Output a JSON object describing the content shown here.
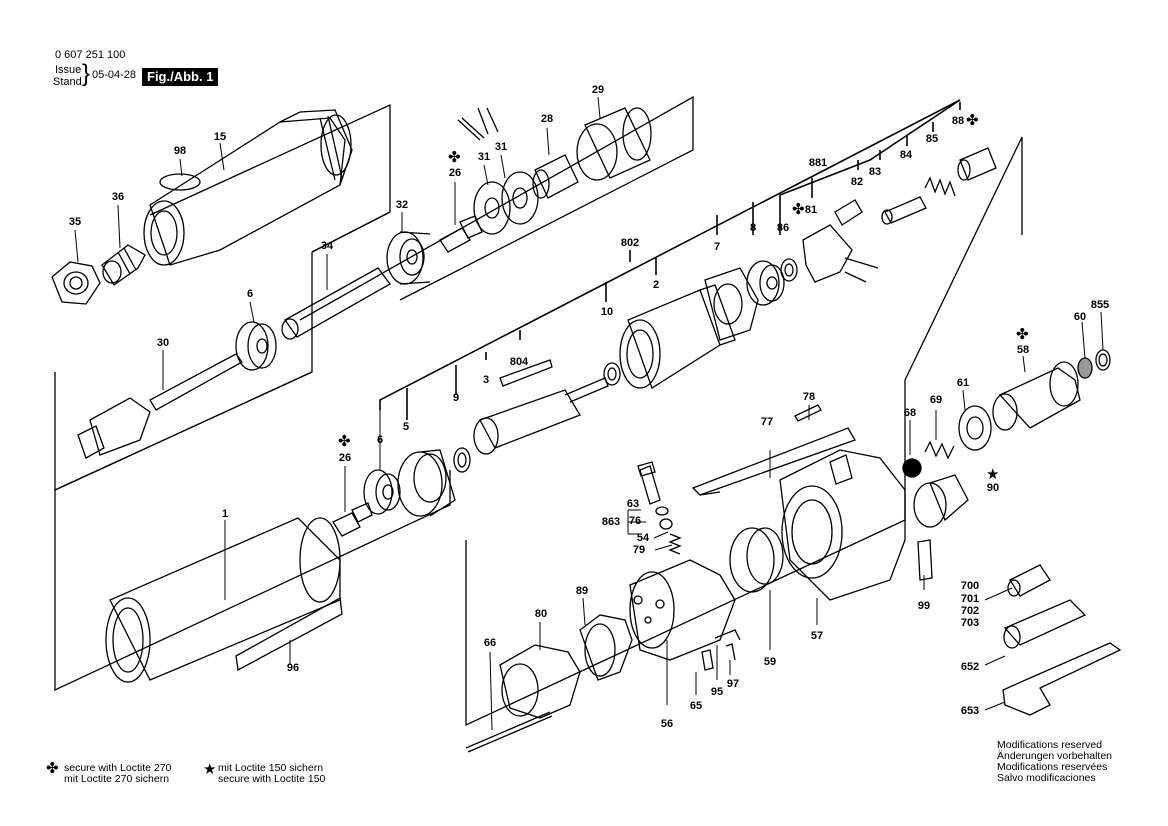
{
  "header": {
    "doc_number": "0 607 251 100",
    "issue_label": "Issue",
    "stand_label": "Stand",
    "date": "05-04-28",
    "figure": "Fig./Abb. 1"
  },
  "part_labels": {
    "p1": "1",
    "p2": "2",
    "p3": "3",
    "p5": "5",
    "p6a": "6",
    "p6b": "6",
    "p7": "7",
    "p8": "8",
    "p9": "9",
    "p10": "10",
    "p15": "15",
    "p26a": "26",
    "p26b": "26",
    "p28": "28",
    "p29": "29",
    "p30": "30",
    "p31a": "31",
    "p31b": "31",
    "p32": "32",
    "p34": "34",
    "p35": "35",
    "p36": "36",
    "p54": "54",
    "p56": "56",
    "p57": "57",
    "p58": "58",
    "p59": "59",
    "p60": "60",
    "p61": "61",
    "p63": "63",
    "p65": "65",
    "p66": "66",
    "p68": "68",
    "p69": "69",
    "p76": "76",
    "p77": "77",
    "p78": "78",
    "p79": "79",
    "p80": "80",
    "p81": "81",
    "p82": "82",
    "p83": "83",
    "p84": "84",
    "p85": "85",
    "p86": "86",
    "p88": "88",
    "p89": "89",
    "p90": "90",
    "p95": "95",
    "p96": "96",
    "p97": "97",
    "p98": "98",
    "p99": "99",
    "p652": "652",
    "p653": "653",
    "p700": "700",
    "p701": "701",
    "p702": "702",
    "p703": "703",
    "p802": "802",
    "p804": "804",
    "p855": "855",
    "p863": "863",
    "p881": "881"
  },
  "legend": {
    "loctite270_line1": "secure with Loctite 270",
    "loctite270_line2": "mit Loctite 270 sichern",
    "loctite150_line1": "mit Loctite 150 sichern",
    "loctite150_line2": "secure with Loctite 150"
  },
  "modifications": {
    "line1": "Modifications reserved",
    "line2": "Änderungen vorbehalten",
    "line3": "Modifications reservées",
    "line4": "Salvo modificaciones"
  },
  "symbols": {
    "loctite270": "✤",
    "loctite150": "★"
  }
}
